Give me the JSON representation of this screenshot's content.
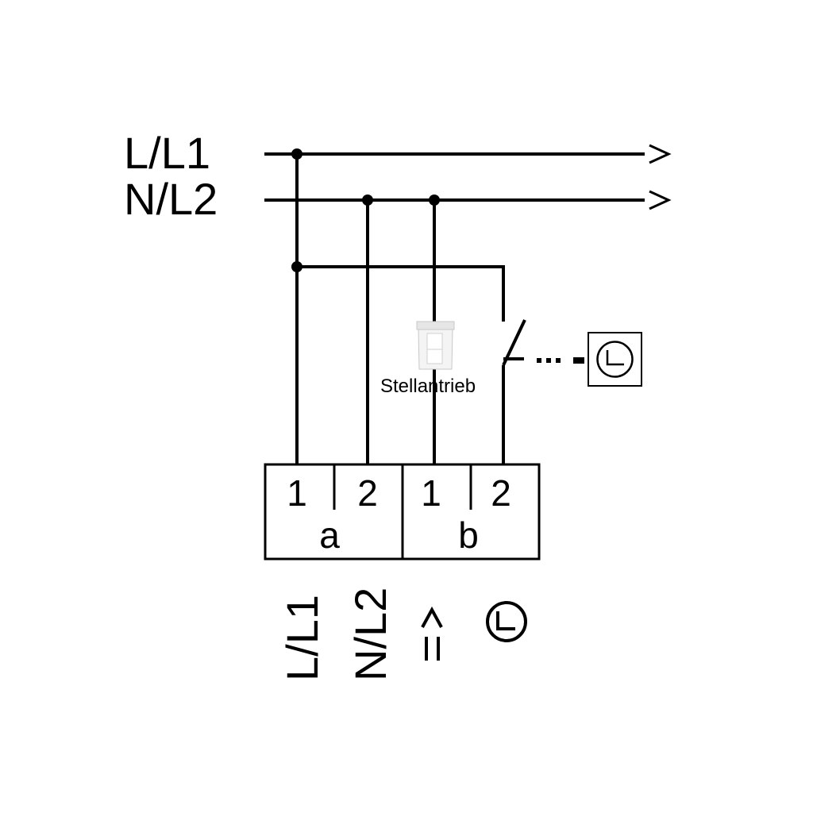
{
  "lines": {
    "line1": "L/L1",
    "line2": "N/L2"
  },
  "actuator": {
    "label": "Stellantrieb",
    "icon": "actuator-valve-icon"
  },
  "timer": {
    "icon": "clock-icon"
  },
  "terminal_block": {
    "groups": [
      {
        "label": "a",
        "terminals": [
          "1",
          "2"
        ]
      },
      {
        "label": "b",
        "terminals": [
          "1",
          "2"
        ]
      }
    ]
  },
  "bottom_labels": {
    "a1": "L/L1",
    "a2": "N/L2",
    "b1_symbol": ">=",
    "b2_icon": "clock-icon"
  }
}
